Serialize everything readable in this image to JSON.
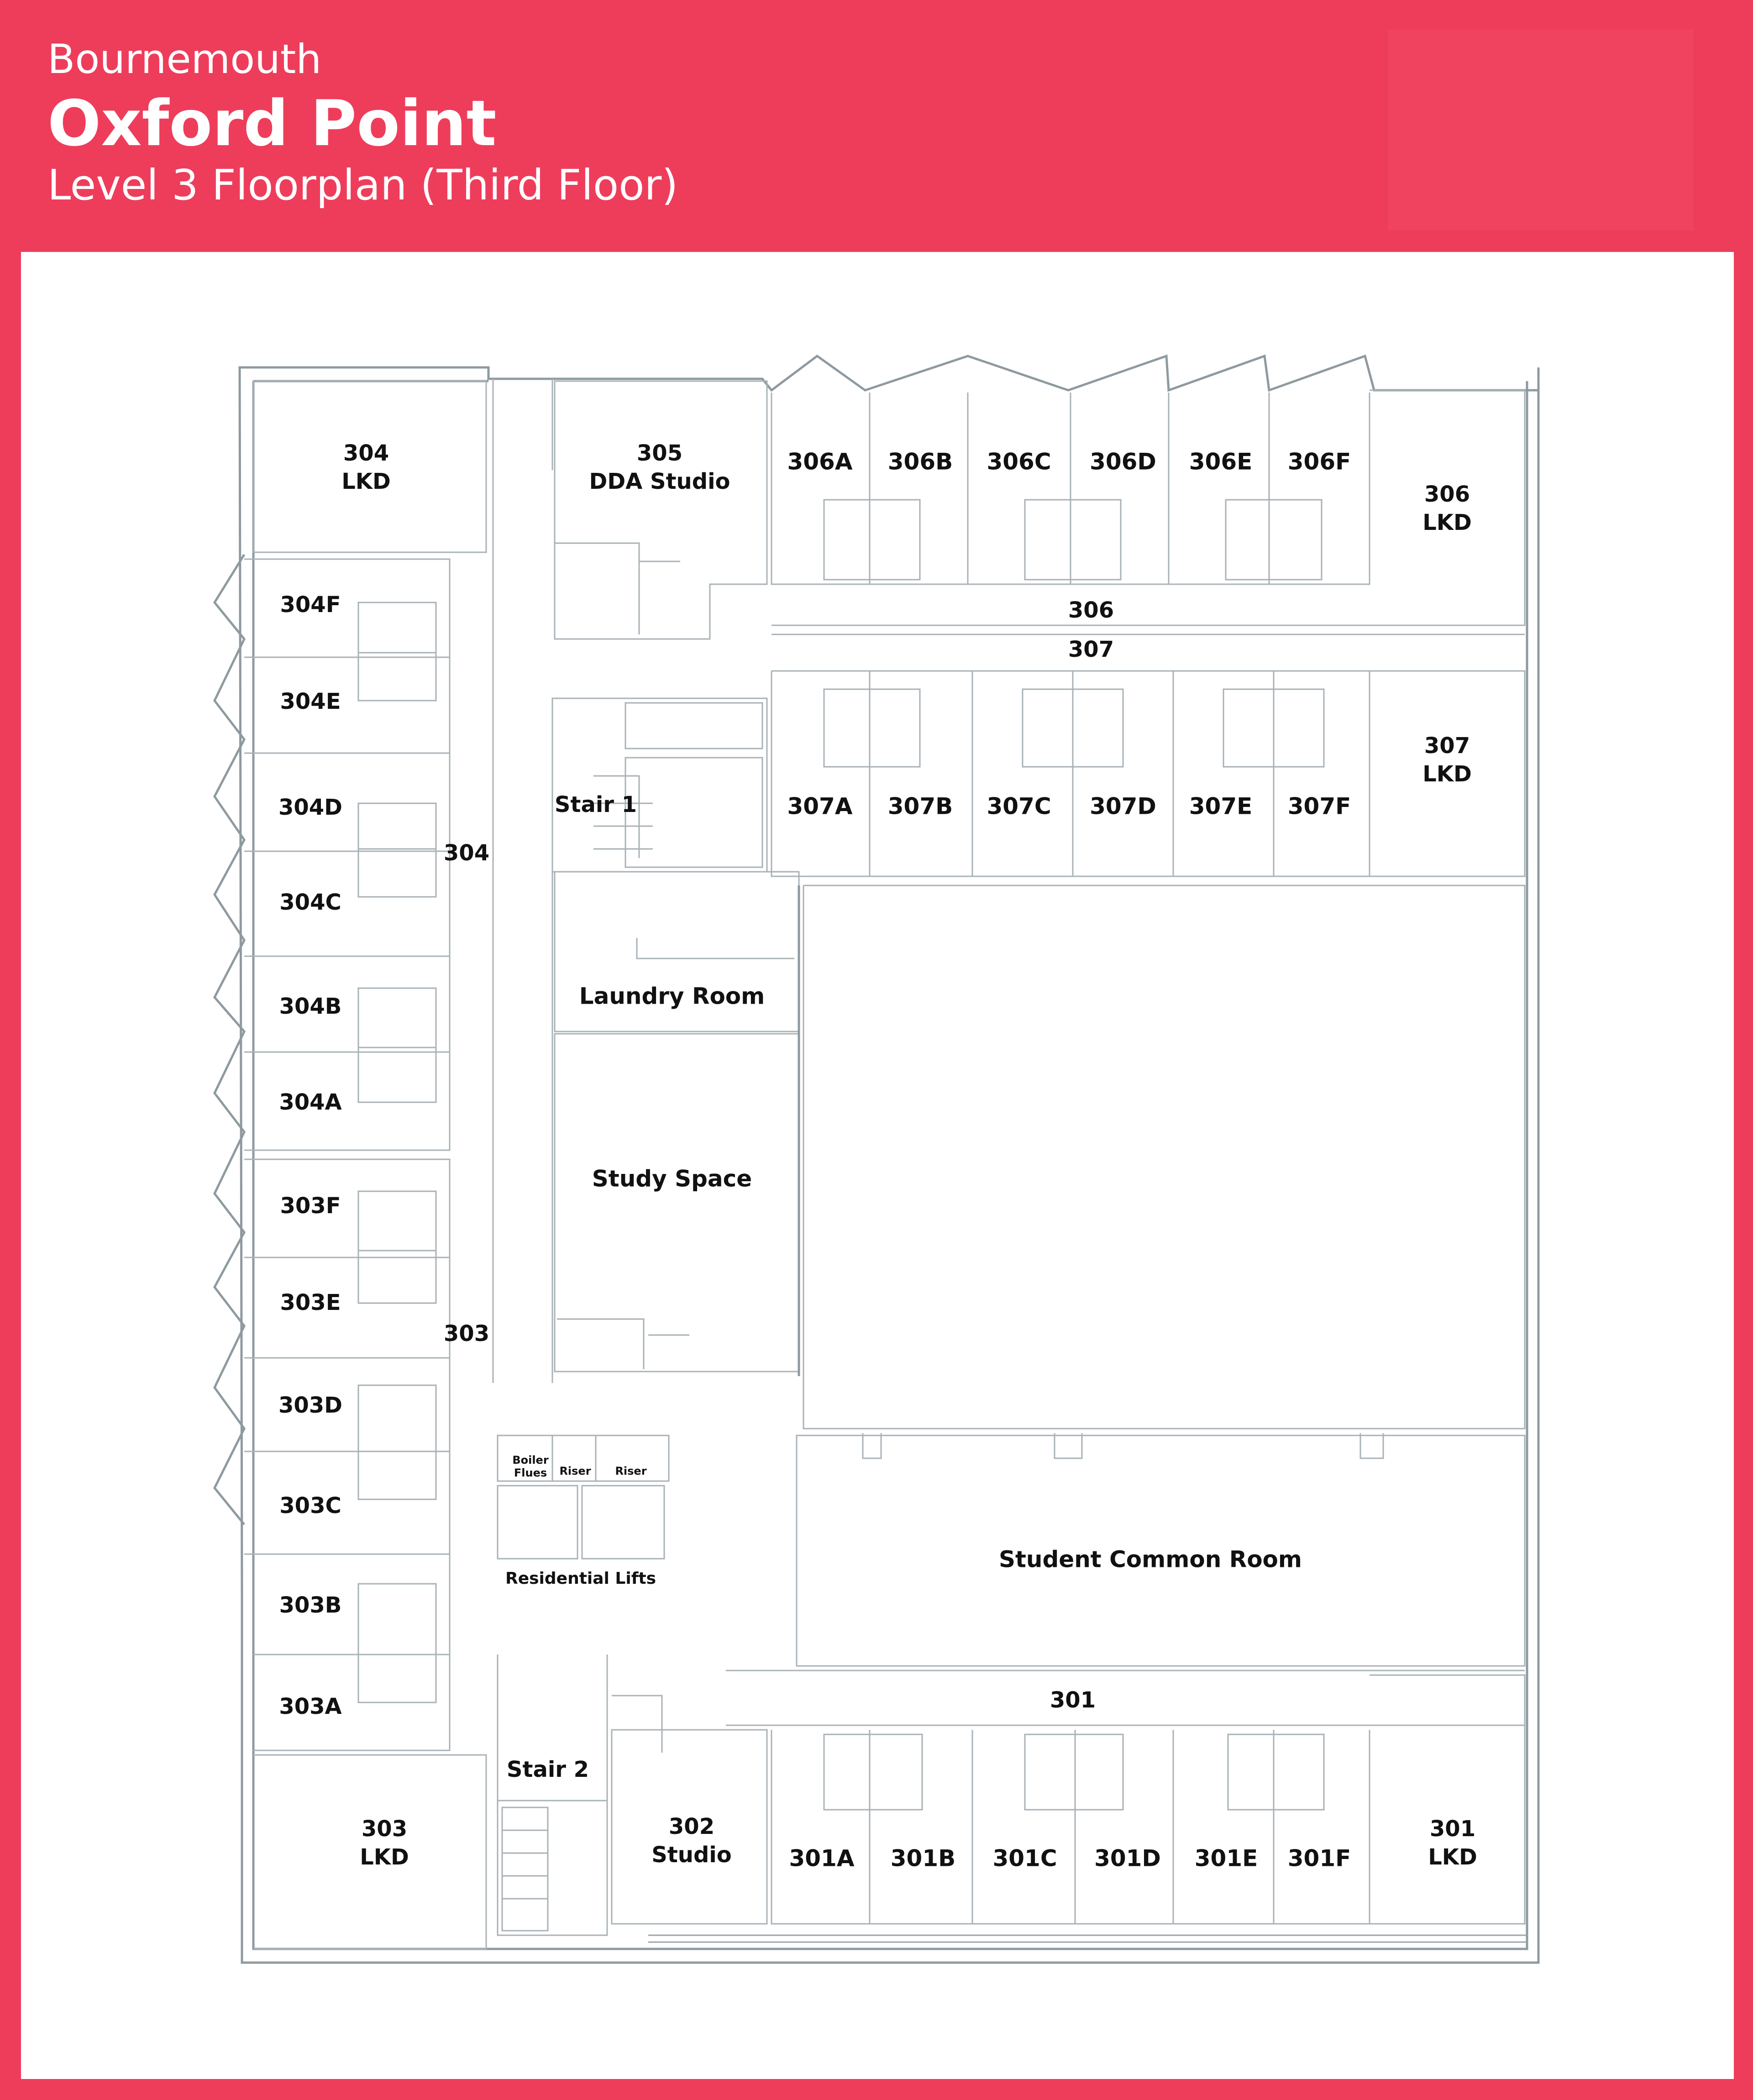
{
  "header": {
    "city": "Bournemouth",
    "building": "Oxford Point",
    "level": "Level 3 Floorplan (Third Floor)"
  },
  "colors": {
    "brand": "#ee3d5b",
    "panel": "#ffffff",
    "walls": "#8e9aa0"
  },
  "rooms": {
    "r304lkd": [
      "304",
      "LKD"
    ],
    "r305": [
      "305",
      "DDA Studio"
    ],
    "r306A": "306A",
    "r306B": "306B",
    "r306C": "306C",
    "r306D": "306D",
    "r306E": "306E",
    "r306F": "306F",
    "r306lkd": [
      "306",
      "LKD"
    ],
    "c306": "306",
    "c307": "307",
    "r307A": "307A",
    "r307B": "307B",
    "r307C": "307C",
    "r307D": "307D",
    "r307E": "307E",
    "r307F": "307F",
    "r307lkd": [
      "307",
      "LKD"
    ],
    "r304F": "304F",
    "r304E": "304E",
    "r304D": "304D",
    "r304C": "304C",
    "r304B": "304B",
    "r304A": "304A",
    "c304": "304",
    "stair1": "Stair 1",
    "laundry": "Laundry Room",
    "study": "Study Space",
    "r303F": "303F",
    "r303E": "303E",
    "r303D": "303D",
    "r303C": "303C",
    "r303B": "303B",
    "r303A": "303A",
    "c303": "303",
    "boiler": [
      "Boiler",
      "Flues"
    ],
    "riser1": "Riser",
    "riser2": "Riser",
    "lifts": "Residential Lifts",
    "common": "Student Common Room",
    "c301": "301",
    "stair2": "Stair 2",
    "r303lkd": [
      "303",
      "LKD"
    ],
    "r302": [
      "302",
      "Studio"
    ],
    "r301A": "301A",
    "r301B": "301B",
    "r301C": "301C",
    "r301D": "301D",
    "r301E": "301E",
    "r301F": "301F",
    "r301lkd": [
      "301",
      "LKD"
    ]
  }
}
